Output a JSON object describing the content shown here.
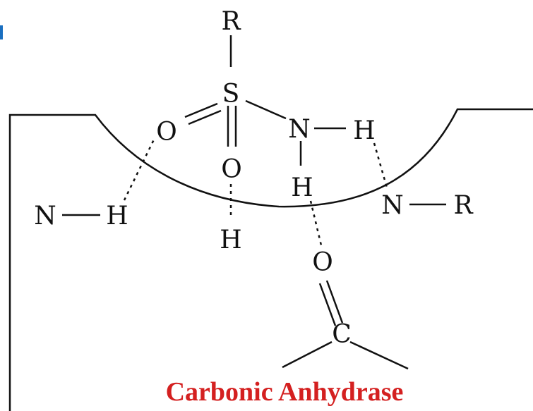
{
  "diagram": {
    "title": "Carbonic Anhydrase",
    "title_color": "#d42020",
    "line_color": "#111111",
    "accent_color": "#1a6fc0",
    "atoms": {
      "r_top": "R",
      "s_center": "S",
      "o_left": "O",
      "o_below": "O",
      "n_sulfonamide": "N",
      "h_nh_right": "H",
      "h_nh_down": "H",
      "n_left": "N",
      "h_left": "H",
      "h_mid": "H",
      "n_right": "N",
      "r_right": "R",
      "o_carbonyl": "O",
      "c_carbonyl": "C"
    }
  }
}
